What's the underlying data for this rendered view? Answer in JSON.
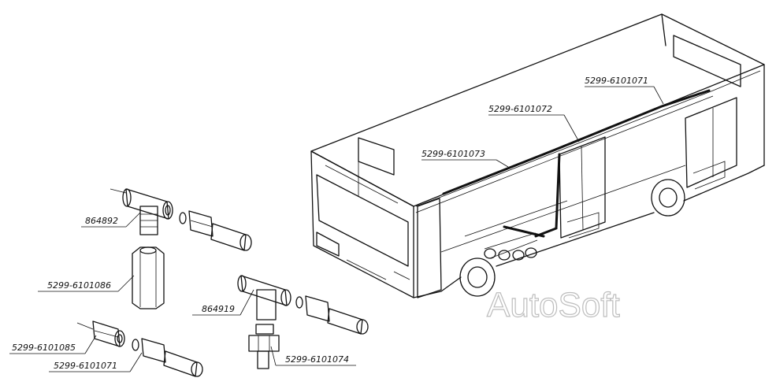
{
  "watermark": "AutoSoft",
  "bus_labels": {
    "rear_pipe": "5299-6101071",
    "middle_pipe": "5299-6101072",
    "front_pipe": "5299-6101073"
  },
  "part_labels": {
    "tee_upper": "864892",
    "adapter": "5299-6101086",
    "tee_lower": "864919",
    "nut": "5299-6101085",
    "pipe_end": "5299-6101071",
    "valve": "5299-6101074"
  }
}
